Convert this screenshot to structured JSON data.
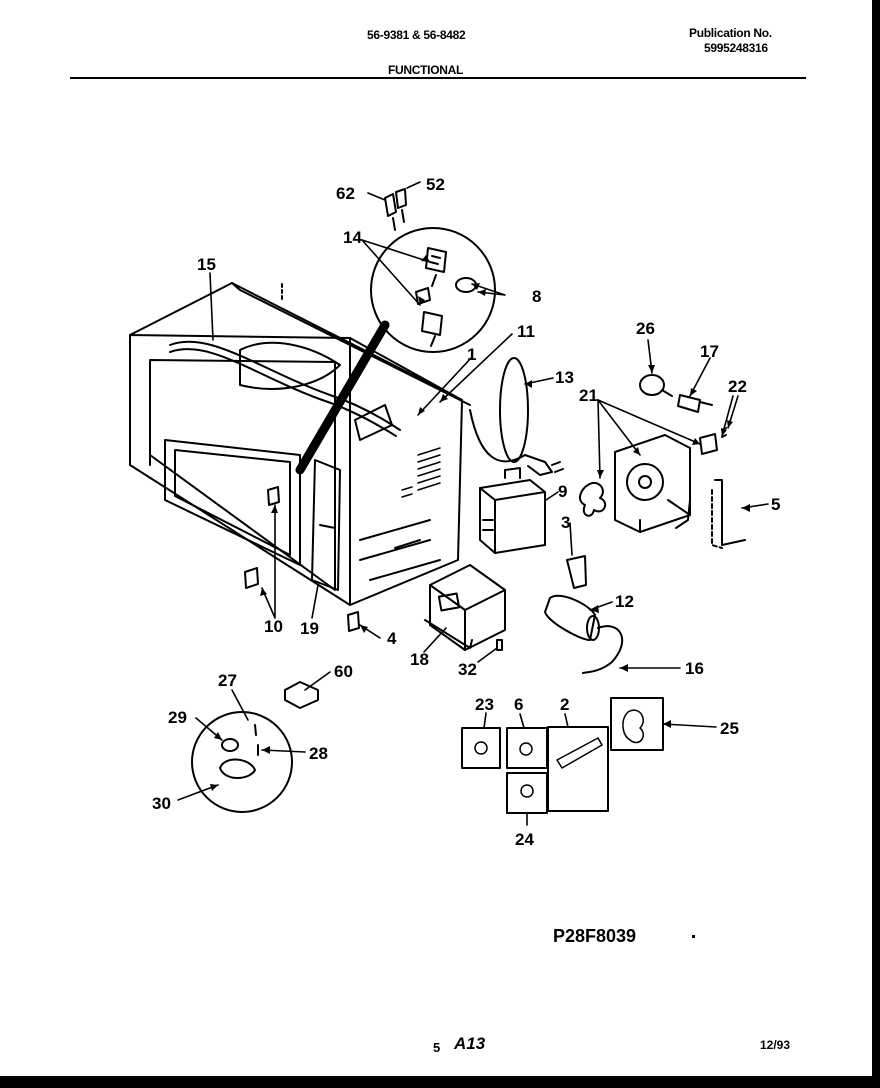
{
  "header": {
    "models": "56-9381 & 56-8482",
    "section": "FUNCTIONAL",
    "publication_label": "Publication No.",
    "publication_number": "5995248316"
  },
  "parts": {
    "p1": "1",
    "p2": "2",
    "p3": "3",
    "p4": "4",
    "p5": "5",
    "p6": "6",
    "p8": "8",
    "p9": "9",
    "p10": "10",
    "p11": "11",
    "p12": "12",
    "p13": "13",
    "p14": "14",
    "p15": "15",
    "p16": "16",
    "p17": "17",
    "p18": "18",
    "p19": "19",
    "p21": "21",
    "p22": "22",
    "p23": "23",
    "p24": "24",
    "p25": "25",
    "p26": "26",
    "p27": "27",
    "p28": "28",
    "p29": "29",
    "p30": "30",
    "p32": "32",
    "p52": "52",
    "p60": "60",
    "p62": "62"
  },
  "footer": {
    "drawing_number": "P28F8039",
    "page_prefix": "5",
    "page_code": "A13",
    "date": "12/93"
  }
}
